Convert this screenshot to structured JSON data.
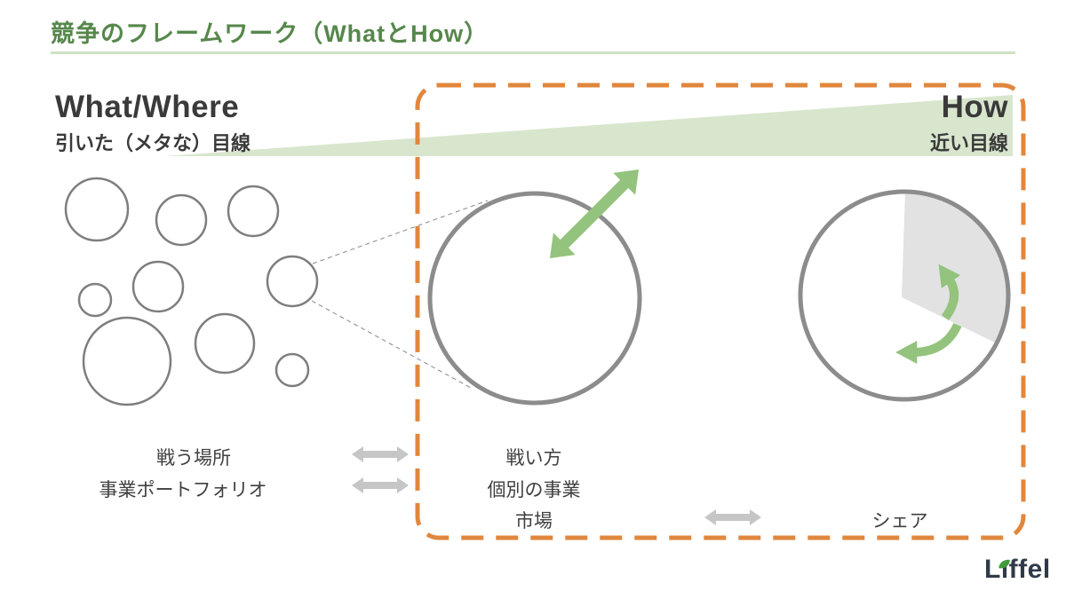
{
  "slide": {
    "title": "競争のフレームワーク（WhatとHow）",
    "left_section": {
      "heading": "What/Where",
      "subheading": "引いた（メタな）目線",
      "label_top": "戦う場所",
      "label_bottom": "事業ポートフォリオ"
    },
    "right_section": {
      "heading": "How",
      "subheading": "近い目線",
      "label_top": "戦い方",
      "label_middle": "個別の事業",
      "label_bottom": "市場",
      "label_share": "シェア"
    },
    "logo_text": "Liffel",
    "colors": {
      "title_green": "#56874b",
      "title_rule_green": "#cfe2c3",
      "wedge_green": "#d9e6ce",
      "arrow_green": "#93c37d",
      "frame_orange": "#e0873e",
      "big_circle_gray": "#8c8c8c",
      "bubble_gray": "#7e7e7e",
      "slice_gray": "#e2e2e2",
      "double_arrow_gray": "#c6c6c6",
      "text_dark": "#3a3a3a",
      "logo_navy": "#2f3a4a",
      "leaf_green": "#3f9a3a"
    }
  }
}
